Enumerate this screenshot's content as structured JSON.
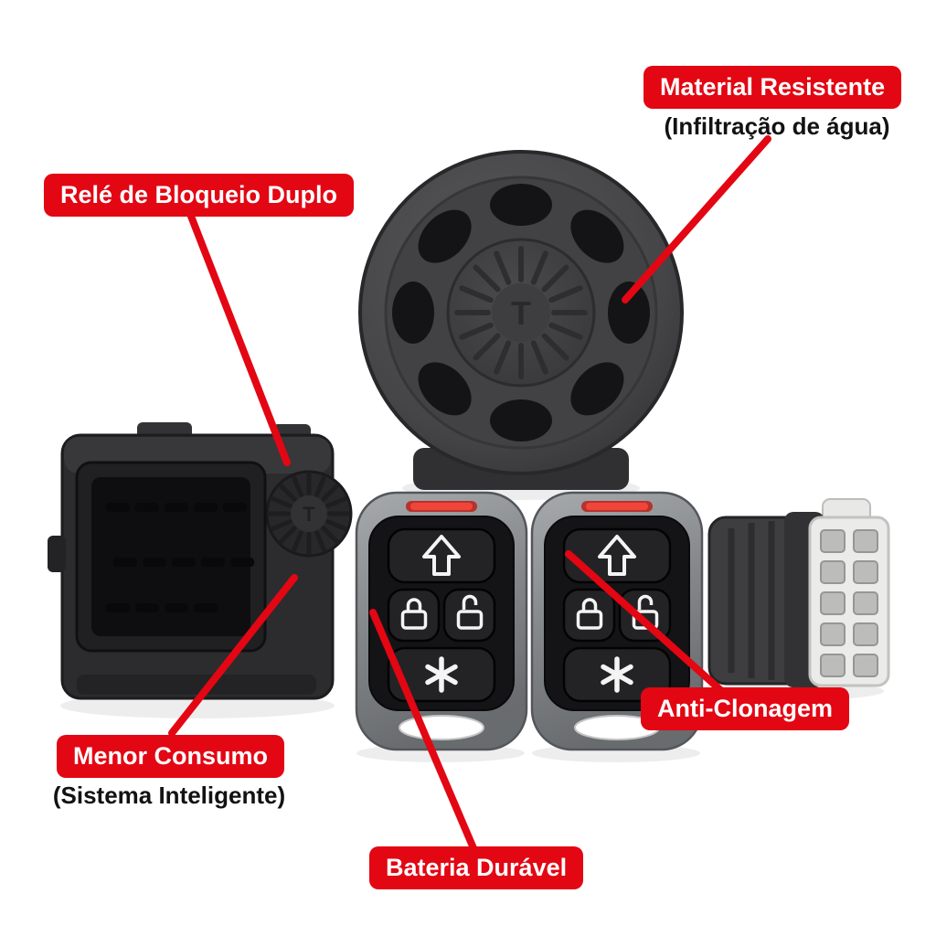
{
  "page": {
    "background": "#ffffff",
    "accent": "#e30613",
    "subtitle_text_color": "#121212"
  },
  "brand": {
    "initial": "T"
  },
  "callouts": {
    "material": {
      "label": "Material Resistente",
      "subtitle": "(Infiltração de água)"
    },
    "rele": {
      "label": "Relé de Bloqueio Duplo"
    },
    "consumo": {
      "label": "Menor Consumo",
      "subtitle": "(Sistema Inteligente)"
    },
    "anti_clonagem": {
      "label": "Anti-Clonagem"
    },
    "bateria": {
      "label": "Bateria Durável"
    }
  },
  "product": {
    "remote_button_icons": [
      "arrow-up",
      "lock-closed",
      "lock-open",
      "asterisk"
    ],
    "siren_hole_count": 8
  }
}
